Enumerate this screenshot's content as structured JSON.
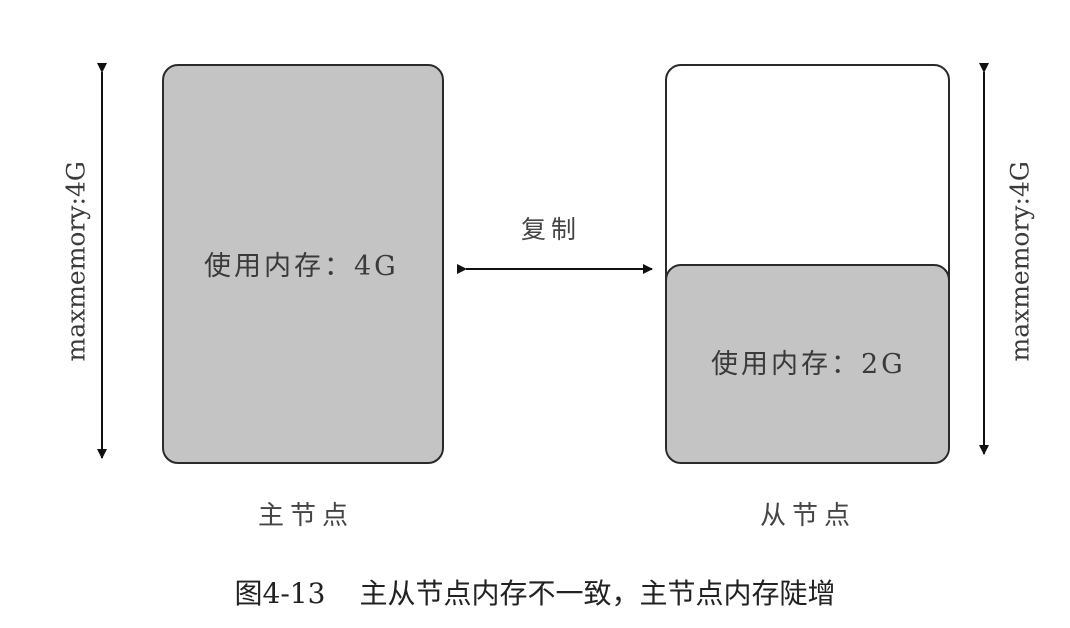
{
  "master": {
    "name": "主节点",
    "used_label": "使用内存：4G",
    "max_label": "maxmemory:4G",
    "used_fraction": 1.0
  },
  "slave": {
    "name": "从节点",
    "used_label": "使用内存：2G",
    "max_label": "maxmemory:4G",
    "used_fraction": 0.5
  },
  "replication": {
    "label": "复制"
  },
  "caption": {
    "number": "图4-13",
    "text": "主从节点内存不一致，主节点内存陡增"
  },
  "colors": {
    "used_fill": "#c4c4c4",
    "free_fill": "#ffffff",
    "stroke": "#2a2a2a"
  }
}
